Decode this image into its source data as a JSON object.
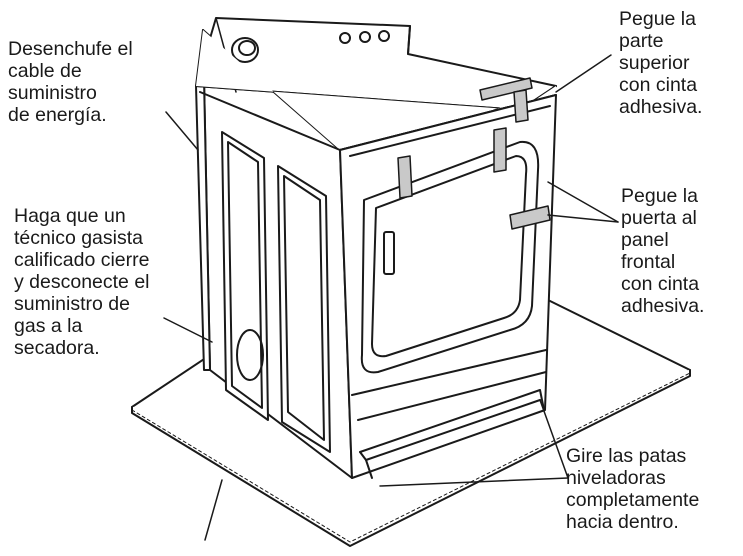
{
  "labels": {
    "unplug": [
      "Desenchufe el",
      "cable de",
      "suministro",
      "de energía."
    ],
    "gas": [
      "Haga que un",
      "técnico gasista",
      "calificado cierre",
      "y desconecte el",
      "suministro de",
      "gas a la",
      "secadora."
    ],
    "tape_top": [
      "Pegue la",
      "parte",
      "superior",
      "con cinta",
      "adhesiva."
    ],
    "tape_door": [
      "Pegue la",
      "puerta al",
      "panel",
      "frontal",
      "con cinta",
      "adhesiva."
    ],
    "legs": [
      "Gire las patas",
      "niveladoras",
      "completamente",
      "hacia dentro."
    ]
  },
  "colors": {
    "line": "#1a1a1a",
    "tape": "#c9c9c9",
    "background": "#ffffff"
  }
}
